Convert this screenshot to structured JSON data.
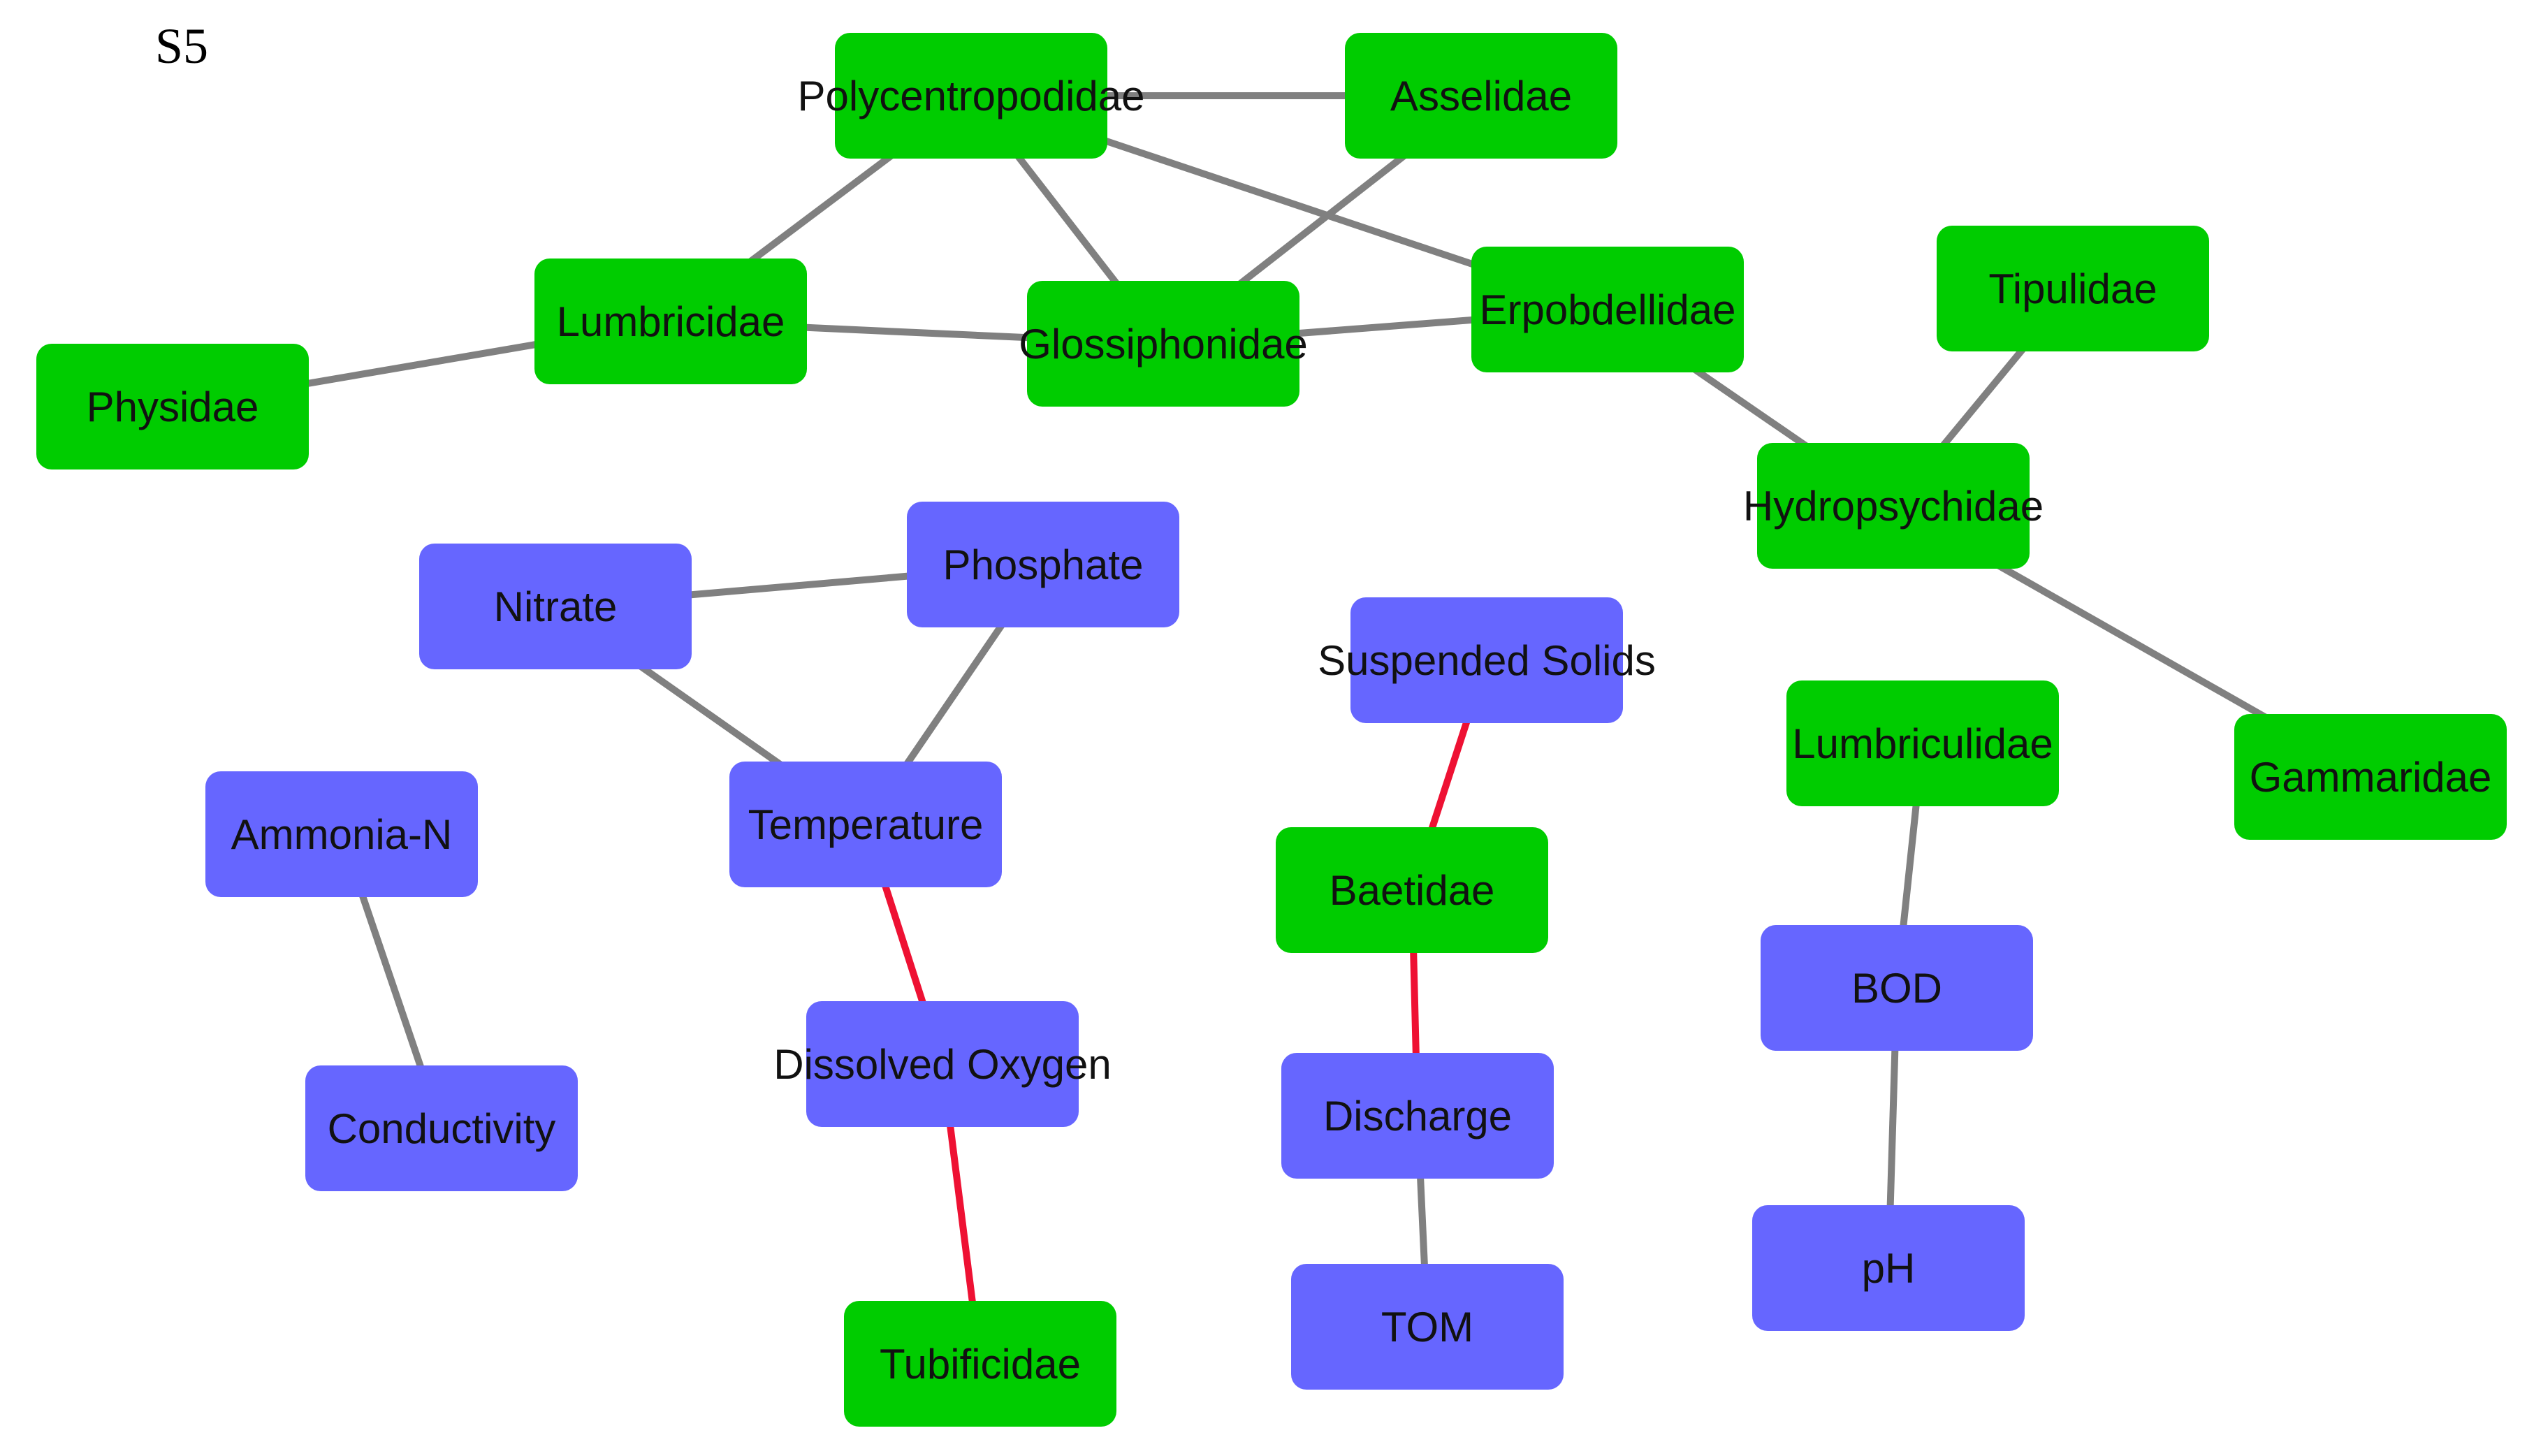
{
  "panel_label": "S5",
  "colors": {
    "taxon_node": "#00cc00",
    "environment_node": "#6666ff",
    "positive_edge": "#808080",
    "negative_edge": "#ee1133"
  },
  "nodes": [
    {
      "id": "polycentropodidae",
      "label": "Polycentropodidae",
      "kind": "taxon"
    },
    {
      "id": "asselidae",
      "label": "Asselidae",
      "kind": "taxon"
    },
    {
      "id": "lumbricidae",
      "label": "Lumbricidae",
      "kind": "taxon"
    },
    {
      "id": "glossiphonidae",
      "label": "Glossiphonidae",
      "kind": "taxon"
    },
    {
      "id": "erpobdellidae",
      "label": "Erpobdellidae",
      "kind": "taxon"
    },
    {
      "id": "tipulidae",
      "label": "Tipulidae",
      "kind": "taxon"
    },
    {
      "id": "physidae",
      "label": "Physidae",
      "kind": "taxon"
    },
    {
      "id": "hydropsychidae",
      "label": "Hydropsychidae",
      "kind": "taxon"
    },
    {
      "id": "gammaridae",
      "label": "Gammaridae",
      "kind": "taxon"
    },
    {
      "id": "lumbriculidae",
      "label": "Lumbriculidae",
      "kind": "taxon"
    },
    {
      "id": "baetidae",
      "label": "Baetidae",
      "kind": "taxon"
    },
    {
      "id": "tubificidae",
      "label": "Tubificidae",
      "kind": "taxon"
    },
    {
      "id": "nitrate",
      "label": "Nitrate",
      "kind": "env"
    },
    {
      "id": "phosphate",
      "label": "Phosphate",
      "kind": "env"
    },
    {
      "id": "temperature",
      "label": "Temperature",
      "kind": "env"
    },
    {
      "id": "ammonia_n",
      "label": "Ammonia-N",
      "kind": "env"
    },
    {
      "id": "conductivity",
      "label": "Conductivity",
      "kind": "env"
    },
    {
      "id": "dissolved_oxygen",
      "label": "Dissolved Oxygen",
      "kind": "env"
    },
    {
      "id": "suspended_solids",
      "label": "Suspended Solids",
      "kind": "env"
    },
    {
      "id": "discharge",
      "label": "Discharge",
      "kind": "env"
    },
    {
      "id": "tom",
      "label": "TOM",
      "kind": "env"
    },
    {
      "id": "bod",
      "label": "BOD",
      "kind": "env"
    },
    {
      "id": "ph",
      "label": "pH",
      "kind": "env"
    }
  ],
  "edges": [
    {
      "from": "polycentropodidae",
      "to": "asselidae",
      "sign": "positive"
    },
    {
      "from": "polycentropodidae",
      "to": "lumbricidae",
      "sign": "positive"
    },
    {
      "from": "polycentropodidae",
      "to": "glossiphonidae",
      "sign": "positive"
    },
    {
      "from": "polycentropodidae",
      "to": "erpobdellidae",
      "sign": "positive"
    },
    {
      "from": "asselidae",
      "to": "glossiphonidae",
      "sign": "positive"
    },
    {
      "from": "lumbricidae",
      "to": "glossiphonidae",
      "sign": "positive"
    },
    {
      "from": "lumbricidae",
      "to": "physidae",
      "sign": "positive"
    },
    {
      "from": "glossiphonidae",
      "to": "erpobdellidae",
      "sign": "positive"
    },
    {
      "from": "erpobdellidae",
      "to": "hydropsychidae",
      "sign": "positive"
    },
    {
      "from": "tipulidae",
      "to": "hydropsychidae",
      "sign": "positive"
    },
    {
      "from": "hydropsychidae",
      "to": "gammaridae",
      "sign": "positive"
    },
    {
      "from": "nitrate",
      "to": "phosphate",
      "sign": "positive"
    },
    {
      "from": "nitrate",
      "to": "temperature",
      "sign": "positive"
    },
    {
      "from": "phosphate",
      "to": "temperature",
      "sign": "positive"
    },
    {
      "from": "temperature",
      "to": "dissolved_oxygen",
      "sign": "negative"
    },
    {
      "from": "dissolved_oxygen",
      "to": "tubificidae",
      "sign": "negative"
    },
    {
      "from": "ammonia_n",
      "to": "conductivity",
      "sign": "positive"
    },
    {
      "from": "suspended_solids",
      "to": "baetidae",
      "sign": "negative"
    },
    {
      "from": "baetidae",
      "to": "discharge",
      "sign": "negative"
    },
    {
      "from": "discharge",
      "to": "tom",
      "sign": "positive"
    },
    {
      "from": "lumbriculidae",
      "to": "bod",
      "sign": "positive"
    },
    {
      "from": "bod",
      "to": "ph",
      "sign": "positive"
    }
  ]
}
